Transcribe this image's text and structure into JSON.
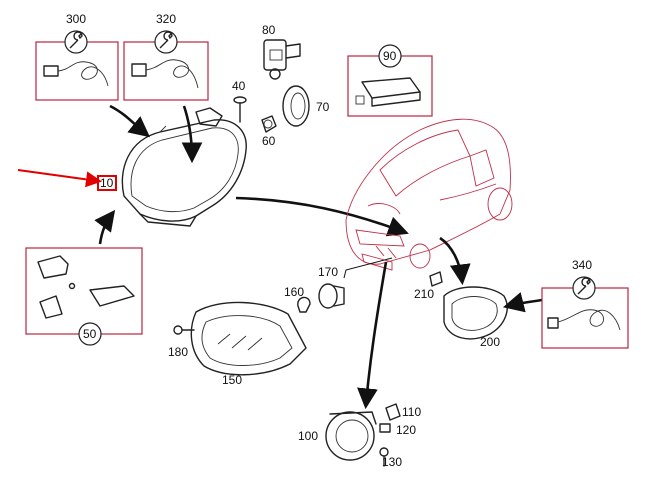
{
  "diagram": {
    "highlight_color": "#e00000",
    "car_outline_color": "#c0304a",
    "callouts": {
      "p300": "300",
      "p320": "320",
      "p80": "80",
      "p90": "90",
      "p40": "40",
      "p70": "70",
      "p60": "60",
      "p10": "10",
      "p50": "50",
      "p170": "170",
      "p160": "160",
      "p180": "180",
      "p150": "150",
      "p210": "210",
      "p340": "340",
      "p200": "200",
      "p110": "110",
      "p100": "100",
      "p120": "120",
      "p130": "130"
    },
    "icons": {
      "wrench": "wrench-icon"
    }
  }
}
